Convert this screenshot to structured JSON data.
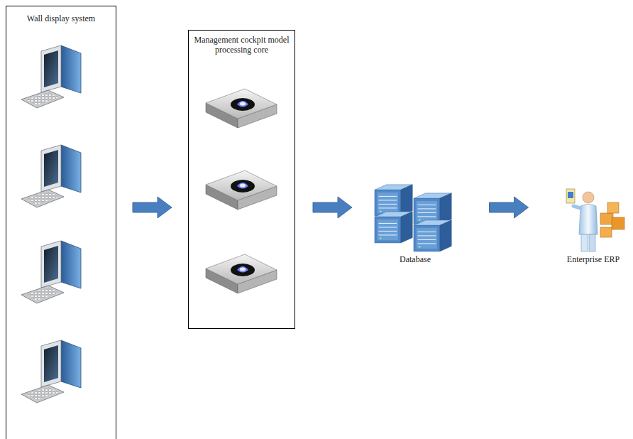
{
  "diagram": {
    "nodes": [
      {
        "text": [
          "Wall display system"
        ]
      },
      {
        "text": [
          "Management cockpit model processing core"
        ]
      },
      {
        "text": [
          "Database"
        ]
      },
      {
        "text": [
          "Enterprise ERP"
        ]
      }
    ],
    "edges": [
      {
        "from": 0,
        "to": 1,
        "arrow": "to"
      },
      {
        "from": 1,
        "to": 2,
        "arrow": "to"
      },
      {
        "from": 2,
        "to": 3,
        "arrow": "to"
      }
    ]
  }
}
